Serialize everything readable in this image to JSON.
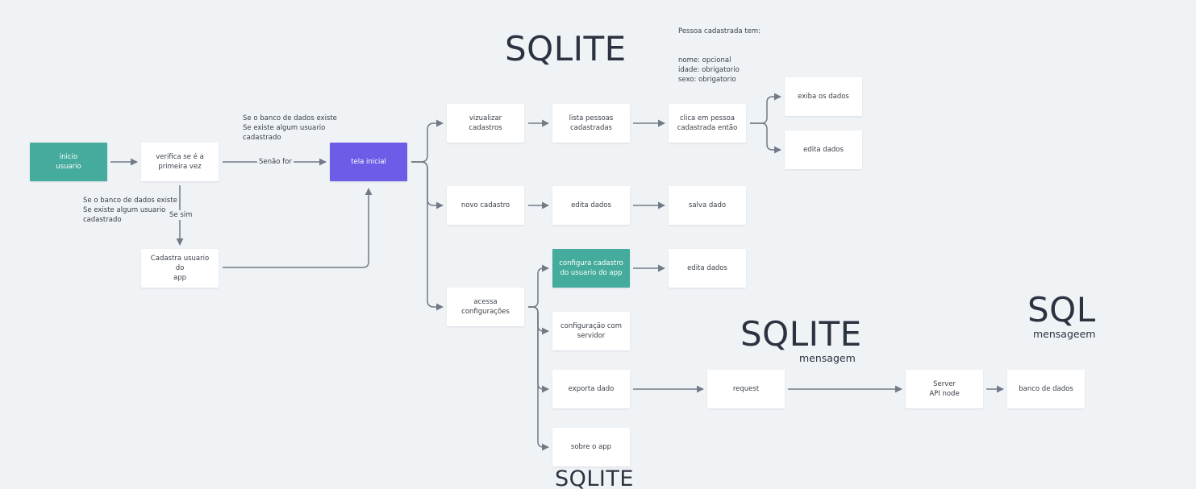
{
  "nodes": {
    "inicio": "inicio\nusuario",
    "verifica": "verifica se é a\nprimeira vez",
    "cadastra": "Cadastra usuario do\napp",
    "tela_inicial": "tela inicial",
    "vizualizar": "vizualizar cadastros",
    "lista": "lista pessoas\ncadastradas",
    "clica": "clica em pessoa\ncadastrada então",
    "exiba": "exiba os dados",
    "edita_1": "edita dados",
    "novo": "novo cadastro",
    "edita_2": "edita dados",
    "salva": "salva dado",
    "acessa": "acessa configurações",
    "configura": "configura cadastro\ndo usuario do app",
    "edita_3": "edita dados",
    "config_servidor": "configuração com\nservidor",
    "exporta": "exporta dado",
    "request": "request",
    "server": "Server\nAPI node",
    "banco": "banco de dados",
    "sobre": "sobre o app"
  },
  "notes": {
    "senao_note": "Se o banco de dados existe\nSe existe algum usuario\ncadastrado",
    "sesim_note": "Se o banco de dados existe\nSe existe algum usuario\ncadastrado",
    "pessoa_title": "Pessoa cadastrada tem:",
    "pessoa_fields": "nome: opcional\nidade: obrigatorio\nsexo: obrigatorio"
  },
  "edge_labels": {
    "senao": "Senão for",
    "se_sim": "Se sim"
  },
  "headings": {
    "sqlite_top": "SQLITE",
    "sqlite_mid": "SQLITE",
    "sqlite_mid_sub": "mensagem",
    "sql_right": "SQL",
    "sql_right_sub": "mensageem",
    "sqlite_bottom": "SQLITE"
  },
  "colors": {
    "green": "#45ab9c",
    "purple": "#6c5ce7",
    "edge": "#717a86",
    "background": "#f0f3f6"
  }
}
